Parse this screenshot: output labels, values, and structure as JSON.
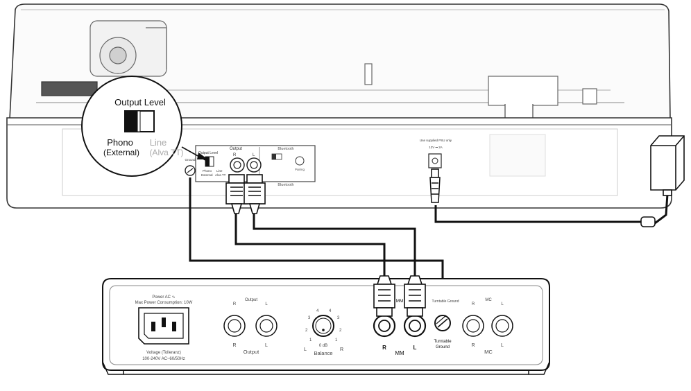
{
  "turntable": {
    "output_section_label": "Output",
    "output_r": "R",
    "output_l": "L",
    "level_switch_label": "Output Level",
    "level_phono": "Phono",
    "level_phono_sub": "External",
    "level_line": "Line",
    "level_line_sub": "Alva TT",
    "bluetooth_label": "Bluetooth",
    "pairing_label": "Pairing",
    "ground_label": "Ground",
    "power_label": "Use supplied PSU only",
    "power_spec": "12V ⎓ 2A"
  },
  "callout": {
    "title": "Output Level",
    "phono": "Phono",
    "phono_sub": "(External)",
    "line": "Line",
    "line_sub": "(Alva TT)"
  },
  "amp": {
    "power_title": "Power AC ∿",
    "power_consumption": "Max Power Consumption: 10W",
    "voltage_label": "Voltage (Tolleranz)",
    "voltage_value": "100-240V AC~60/50Hz",
    "output_top": "Output",
    "output_r_top": "R",
    "output_l_top": "L",
    "output_r": "R",
    "output_l": "L",
    "output_label": "Output",
    "balance_label": "Balance",
    "balance_l": "L",
    "balance_r": "R",
    "balance_zero": "0 dB",
    "balance_ticks": [
      "4",
      "3",
      "2",
      "1",
      "4",
      "3",
      "2",
      "1"
    ],
    "mm_top": "MM",
    "mm_r": "R",
    "mm_l": "L",
    "mm_label": "MM",
    "ground_top": "Turntable Ground",
    "ground_line1": "Turntable",
    "ground_line2": "Ground",
    "mc_top": "MC",
    "mc_r_top": "R",
    "mc_l_top": "L",
    "mc_r": "R",
    "mc_l": "L",
    "mc_label": "MC"
  }
}
